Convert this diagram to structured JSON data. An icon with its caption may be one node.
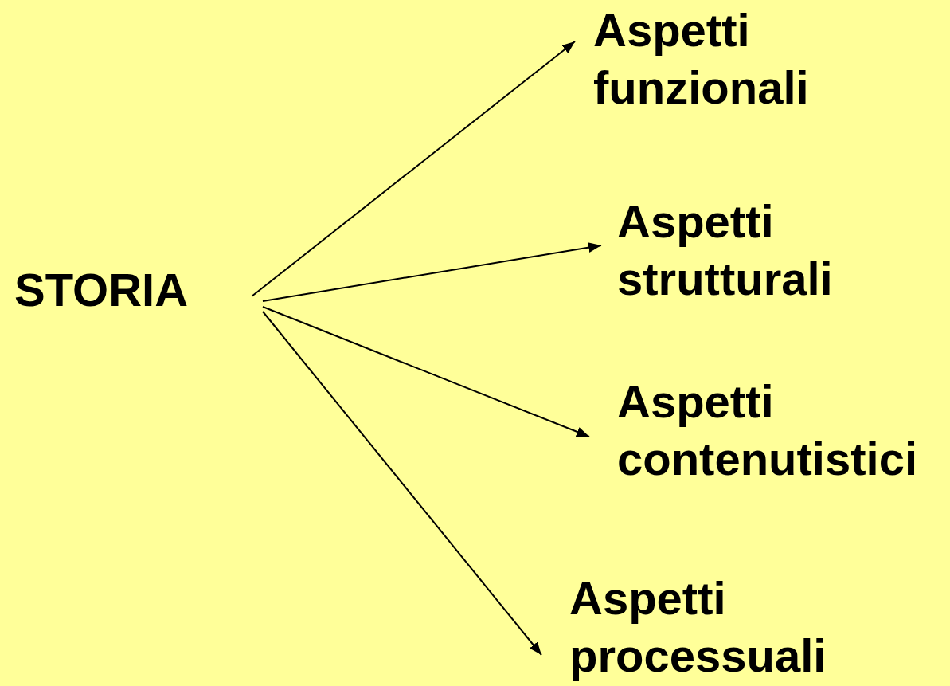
{
  "diagram": {
    "nodes": [
      {
        "text": [
          "STORIA"
        ]
      },
      {
        "text": [
          "Aspetti funzionali"
        ]
      },
      {
        "text": [
          "Aspetti strutturali"
        ]
      },
      {
        "text": [
          "Aspetti contenutistici"
        ]
      },
      {
        "text": [
          "Aspetti processuali"
        ]
      }
    ],
    "edges": [
      {
        "from": 0,
        "to": 1,
        "arrow": "to"
      },
      {
        "from": 0,
        "to": 2,
        "arrow": "to"
      },
      {
        "from": 0,
        "to": 3,
        "arrow": "to"
      },
      {
        "from": 0,
        "to": 4,
        "arrow": "to"
      }
    ]
  }
}
